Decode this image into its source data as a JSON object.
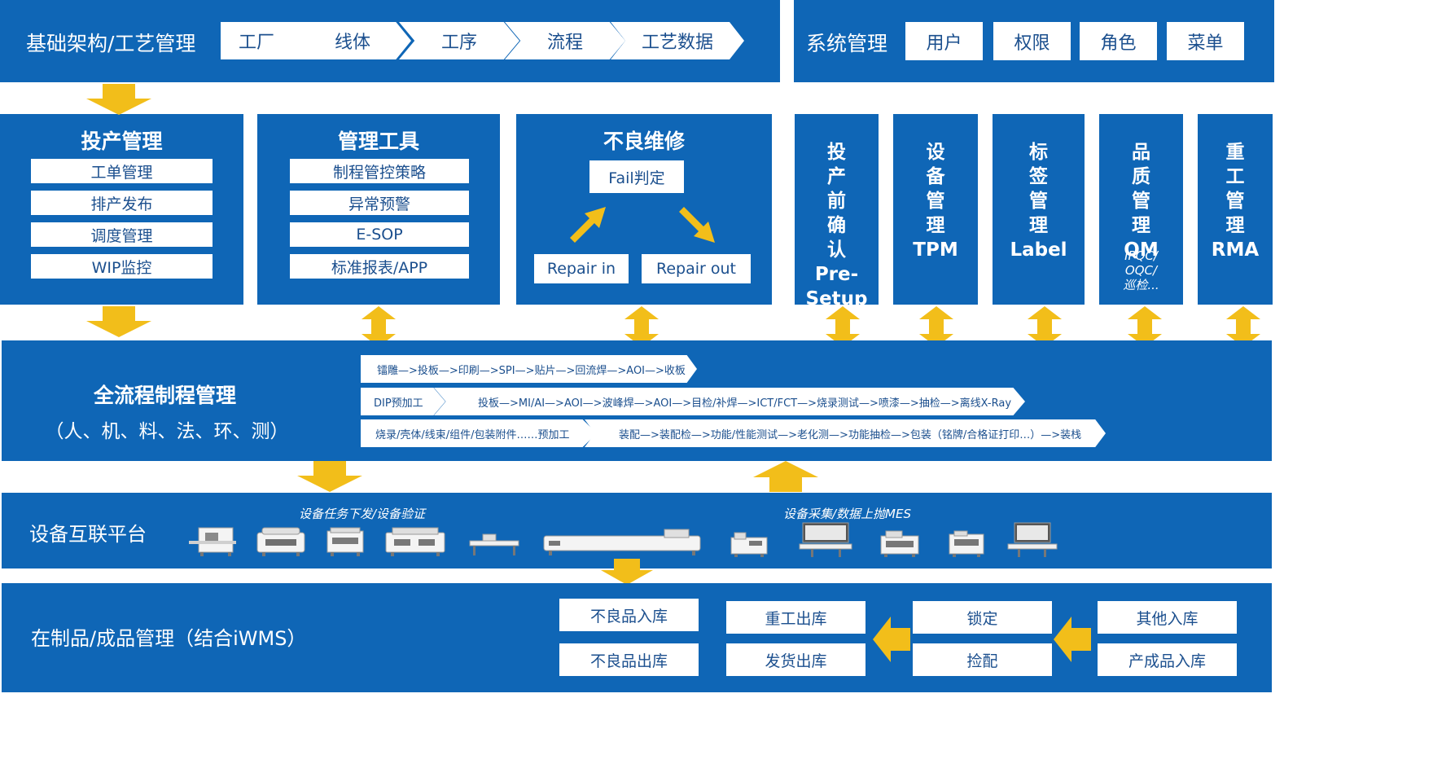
{
  "colors": {
    "panel": "#0f66b6",
    "arrow": "#f2be1a",
    "box": "#ffffff",
    "boxtext": "#1b4f8e"
  },
  "top": {
    "title": "基础架构/工艺管理",
    "steps": [
      "工厂",
      "线体",
      "工序",
      "流程",
      "工艺数据"
    ]
  },
  "system": {
    "title": "系统管理",
    "items": [
      "用户",
      "权限",
      "角色",
      "菜单"
    ]
  },
  "production": {
    "title": "投产管理",
    "items": [
      "工单管理",
      "排产发布",
      "调度管理",
      "WIP监控"
    ]
  },
  "tools": {
    "title": "管理工具",
    "items": [
      "制程管控策略",
      "异常预警",
      "E-SOP",
      "标准报表/APP"
    ]
  },
  "repair": {
    "title": "不良维修",
    "judge": "Fail判定",
    "repair_in": "Repair in",
    "repair_out": "Repair out"
  },
  "vertical": [
    {
      "text": "投\n产\n前\n确\n认\nPre-\nSetup",
      "sub": ""
    },
    {
      "text": "设\n备\n管\n理\nTPM",
      "sub": ""
    },
    {
      "text": "标\n签\n管\n理\nLabel",
      "sub": ""
    },
    {
      "text": "品\n质\n管\n理\nQM",
      "sub": "IPQC/\nOQC/\n巡检..."
    },
    {
      "text": "重\n工\n管\n理\nRMA",
      "sub": ""
    }
  ],
  "process": {
    "title": "全流程制程管理",
    "subtitle": "（人、机、料、法、环、测）",
    "flow1": "镭雕—>投板—>印刷—>SPI—>贴片—>回流焊—>AOI—>收板",
    "flow2_pre": "DIP预加工",
    "flow2": "投板—>MI/AI—>AOI—>波峰焊—>AOI—>目检/补焊—>ICT/FCT—>烧录测试—>喷漆—>抽检—>离线X-Ray",
    "flow3_pre": "烧录/壳体/线束/组件/包装附件……预加工",
    "flow3": "装配—>装配检—>功能/性能测试—>老化测—>功能抽检—>包装（铭牌/合格证打印…）—>装栈"
  },
  "equipment": {
    "title": "设备互联平台",
    "caption_left": "设备任务下发/设备验证",
    "caption_right": "设备采集/数据上抛MES"
  },
  "wip": {
    "title": "在制品/成品管理（结合iWMS）",
    "col1": [
      "不良品入库",
      "不良品出库"
    ],
    "col2": [
      "重工出库",
      "发货出库"
    ],
    "col3": [
      "锁定",
      "捡配"
    ],
    "col4": [
      "其他入库",
      "产成品入库"
    ]
  }
}
